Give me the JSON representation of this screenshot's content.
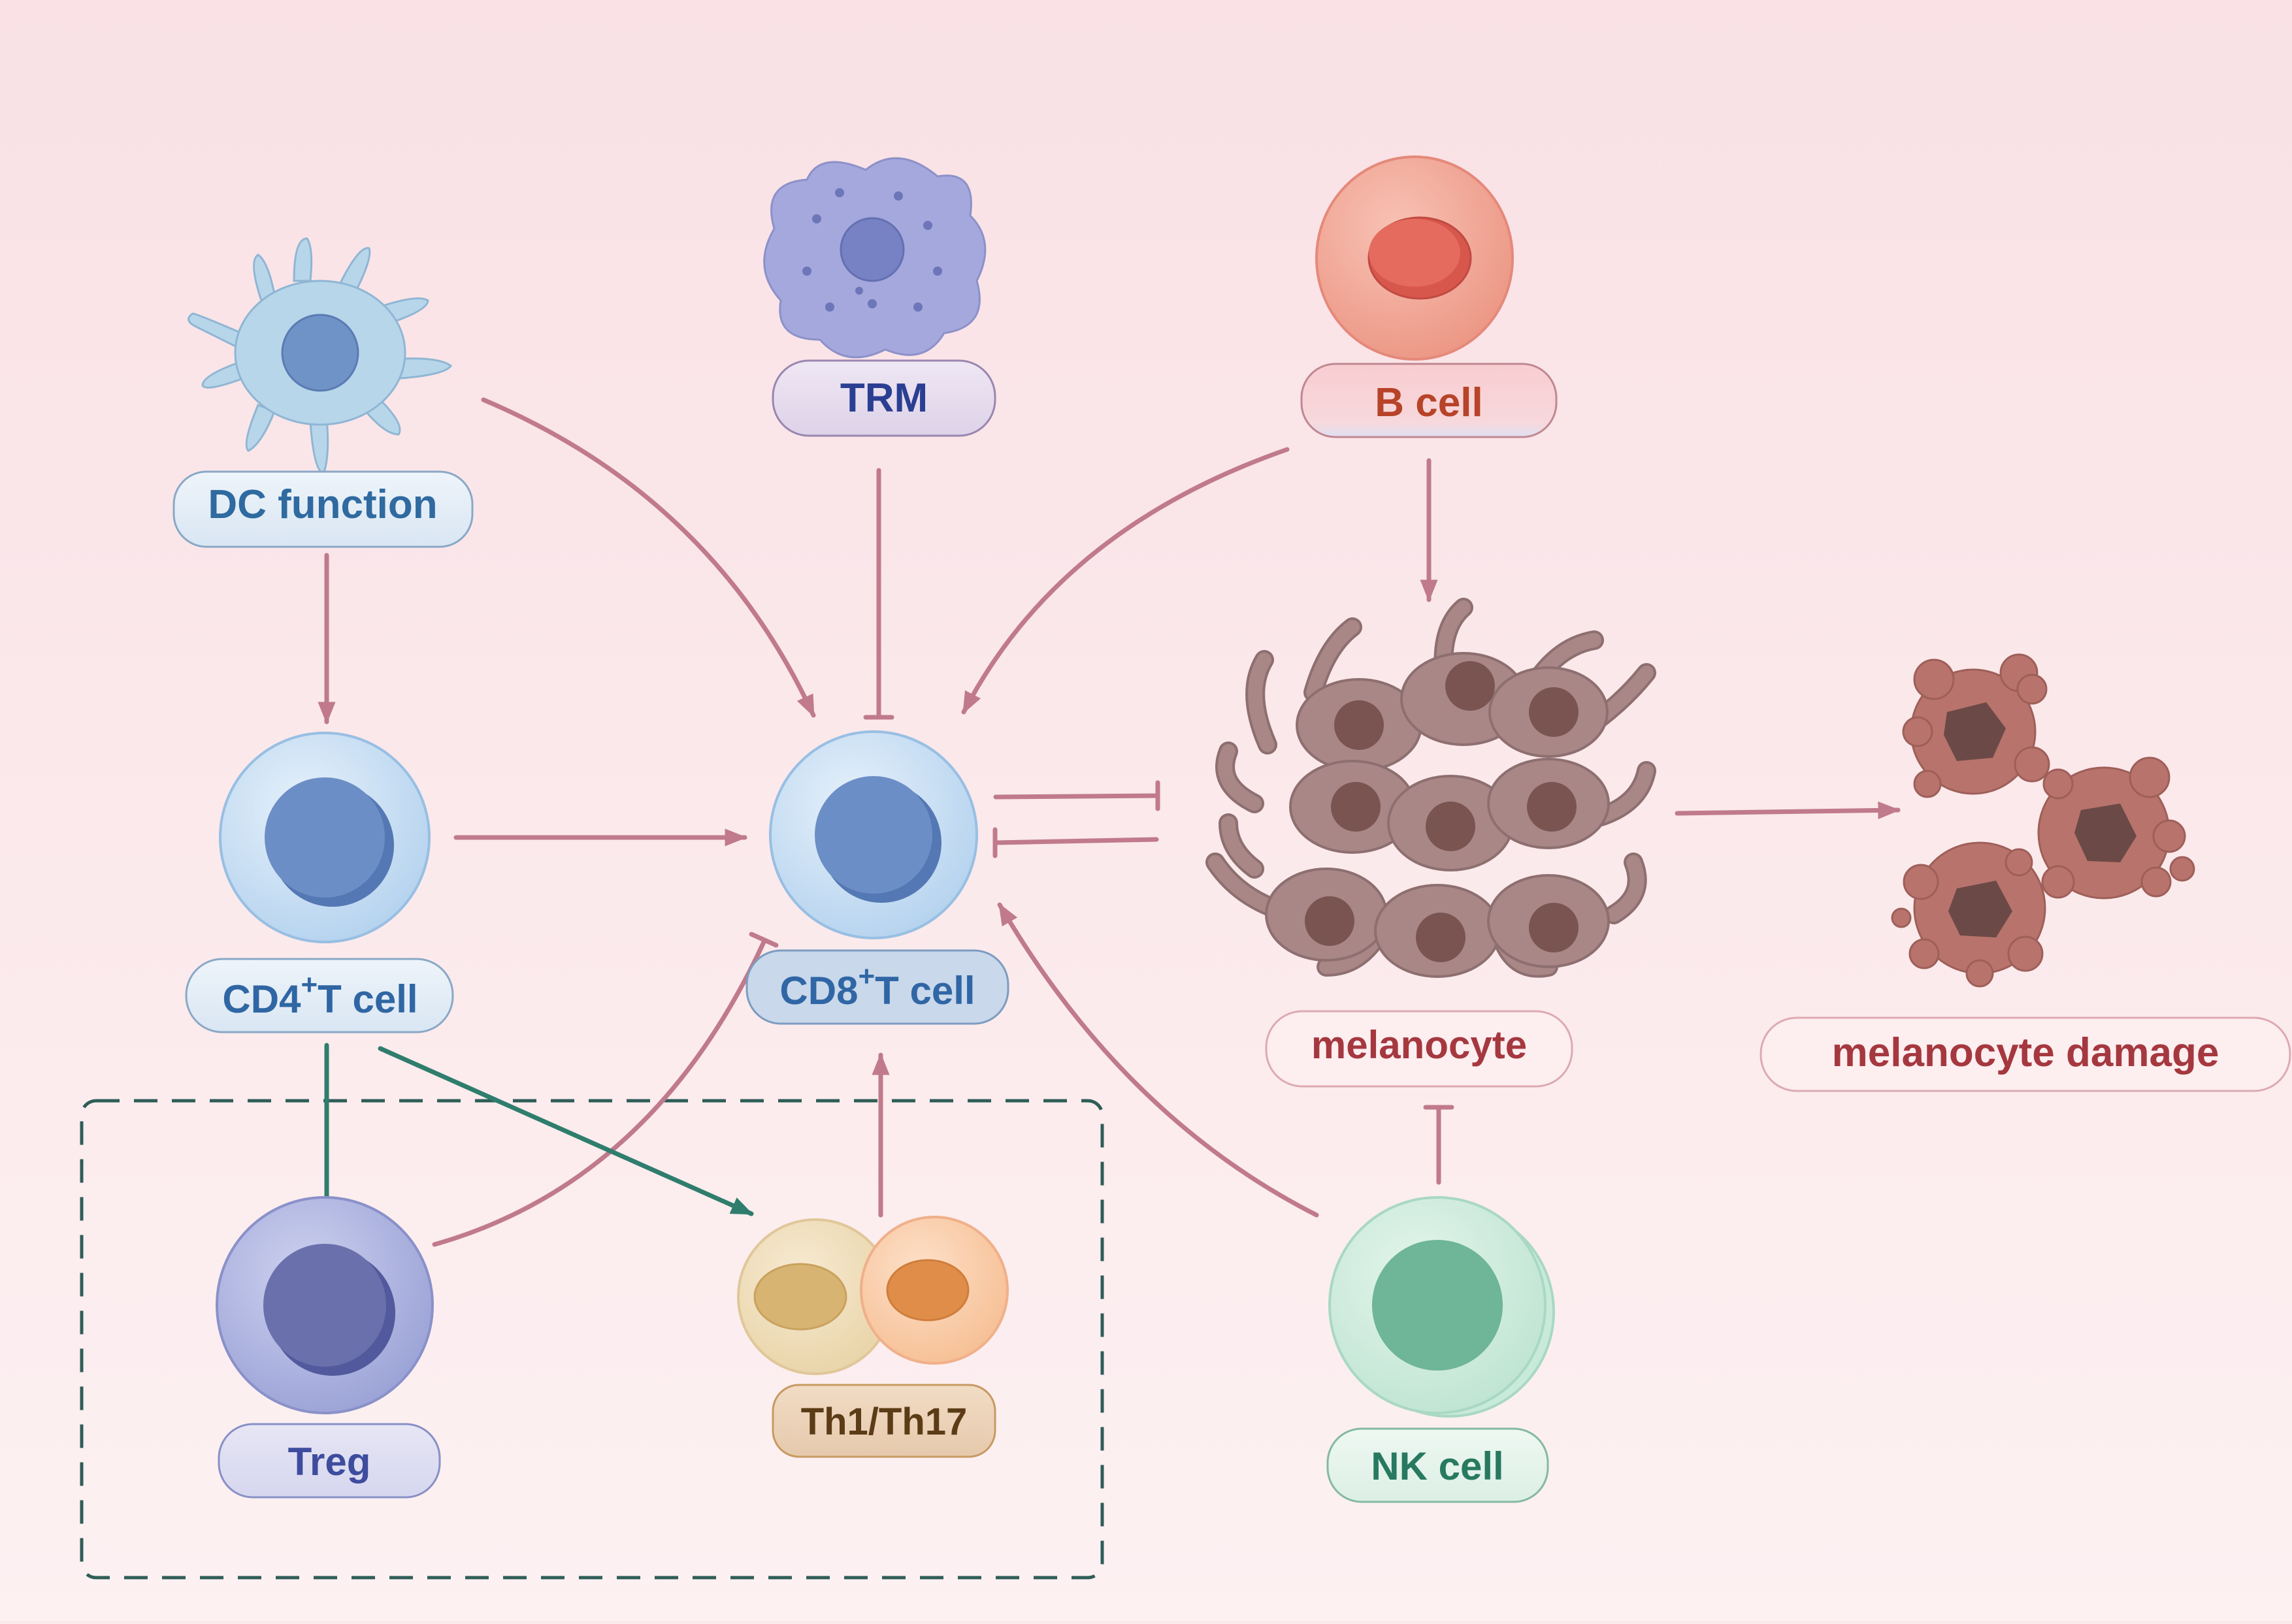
{
  "colors": {
    "background_top": "#f9e1e5",
    "background_bottom": "#fdf1f2",
    "arrow_pink": "#c07a8c",
    "arrow_green": "#2f7d6d",
    "dashed_box": "#2f5d57",
    "melanocyte_body": "#a98787",
    "melanocyte_nucleus": "#7a5450"
  },
  "labels": {
    "dc": "DC function",
    "trm": "TRM",
    "bcell": "B cell",
    "cd4_prefix": "CD4",
    "cd4_suffix": "T cell",
    "cd8_prefix": "CD8",
    "cd8_suffix": "T cell",
    "plus": "+",
    "treg": "Treg",
    "th": "Th1/Th17",
    "nk": "NK cell",
    "melanocyte": "melanocyte",
    "damage": "melanocyte damage"
  },
  "icons": {
    "dc": "dendritic-cell-icon",
    "trm": "macrophage-cell-icon",
    "bcell": "b-cell-icon",
    "cd4": "t-cell-icon",
    "cd8": "t-cell-icon",
    "treg": "treg-cell-icon",
    "th": "th-cell-pair-icon",
    "nk": "nk-cell-icon",
    "melanocyte": "melanocyte-cluster-icon",
    "damage": "damaged-melanocyte-icon"
  }
}
